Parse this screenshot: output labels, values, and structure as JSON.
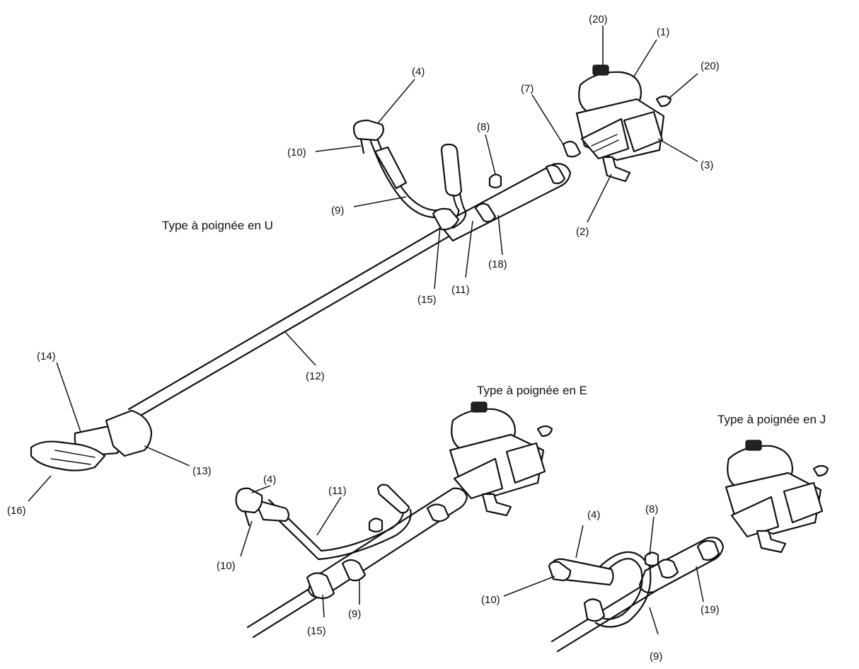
{
  "titles": {
    "u_handle": "Type à poignée en U",
    "e_handle": "Type à poignée en E",
    "j_handle": "Type à poignée en J"
  },
  "callouts": {
    "c1": "(1)",
    "c2": "(2)",
    "c3": "(3)",
    "c4": "(4)",
    "c7": "(7)",
    "c8": "(8)",
    "c9": "(9)",
    "c10": "(10)",
    "c11": "(11)",
    "c12": "(12)",
    "c13": "(13)",
    "c14": "(14)",
    "c15": "(15)",
    "c16": "(16)",
    "c18": "(18)",
    "c19": "(19)",
    "c20": "(20)"
  }
}
